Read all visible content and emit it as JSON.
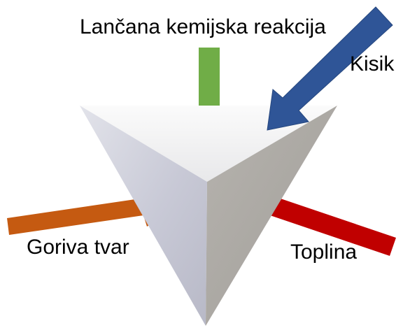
{
  "labels": {
    "chain_reaction": "Lančana kemijska reakcija",
    "oxygen": "Kisik",
    "fuel": "Goriva tvar",
    "heat": "Toplina"
  },
  "colors": {
    "chain_reaction": "#70ad47",
    "oxygen": "#2f5597",
    "fuel": "#c55a11",
    "heat": "#c00000",
    "tetra_top": "#f0f0f2",
    "tetra_left": "#c9cad6",
    "tetra_right": "#a9a6a2"
  },
  "icons": {
    "shape": "tetrahedron",
    "chain_reaction": "bar",
    "oxygen": "arrow",
    "fuel": "arrow",
    "heat": "bar"
  }
}
